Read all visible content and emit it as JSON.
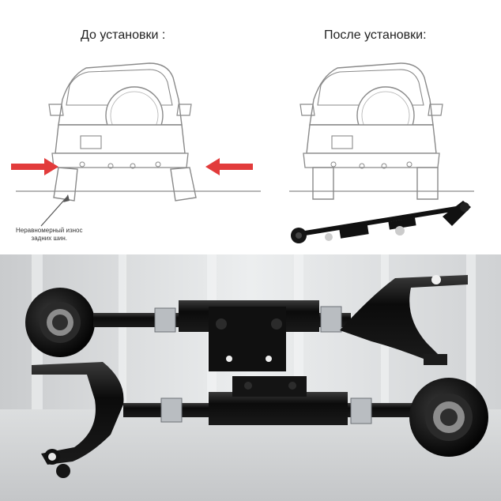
{
  "headings": {
    "before": "До установки :",
    "after": "После установки:"
  },
  "note": {
    "line1": "Неравномерный износ",
    "line2": "задних шин."
  },
  "colors": {
    "arrow": "#e23b3b",
    "outline": "#8a8a8a",
    "metal": "#0d0d0d",
    "bolt": "#b8bcc0",
    "wall": "#e9eaec",
    "floor": "#d7d9db"
  },
  "icons": [
    "arrow-right-icon",
    "arrow-left-icon"
  ]
}
